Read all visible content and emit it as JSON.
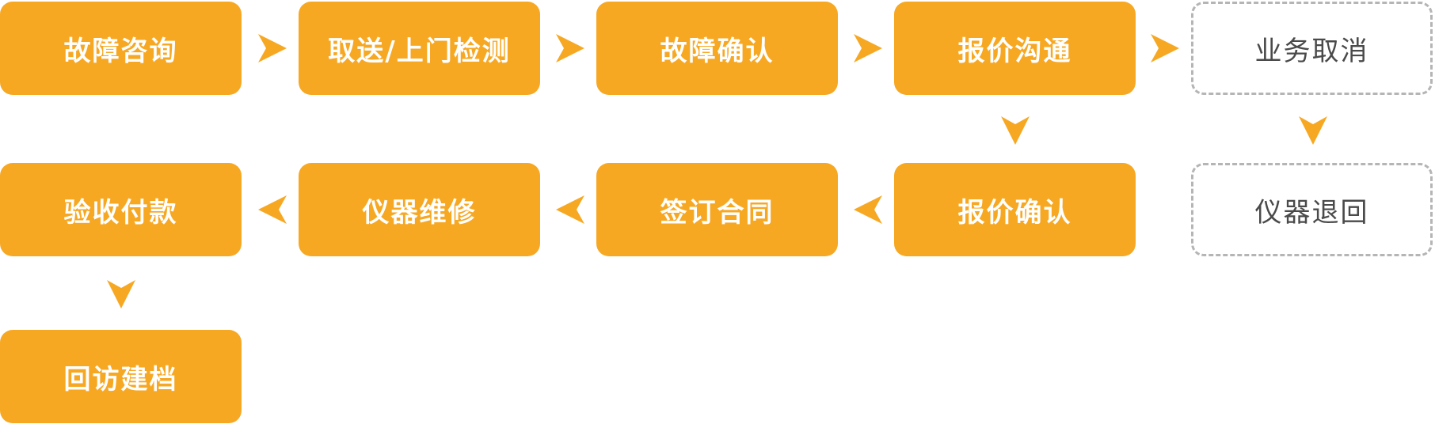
{
  "colors": {
    "primary_fill": "#f7a823",
    "primary_text": "#ffffff",
    "outline_border": "#b5b5b5",
    "outline_text": "#4a4a4a",
    "arrow": "#f7a823"
  },
  "steps": {
    "fault_consult": "故障咨询",
    "pickup_onsite_inspection": "取送/上门检测",
    "fault_confirm": "故障确认",
    "quote_communicate": "报价沟通",
    "business_cancel": "业务取消",
    "quote_confirm": "报价确认",
    "instrument_return": "仪器退回",
    "sign_contract": "签订合同",
    "instrument_repair": "仪器维修",
    "acceptance_payment": "验收付款",
    "followup_archive": "回访建档"
  }
}
